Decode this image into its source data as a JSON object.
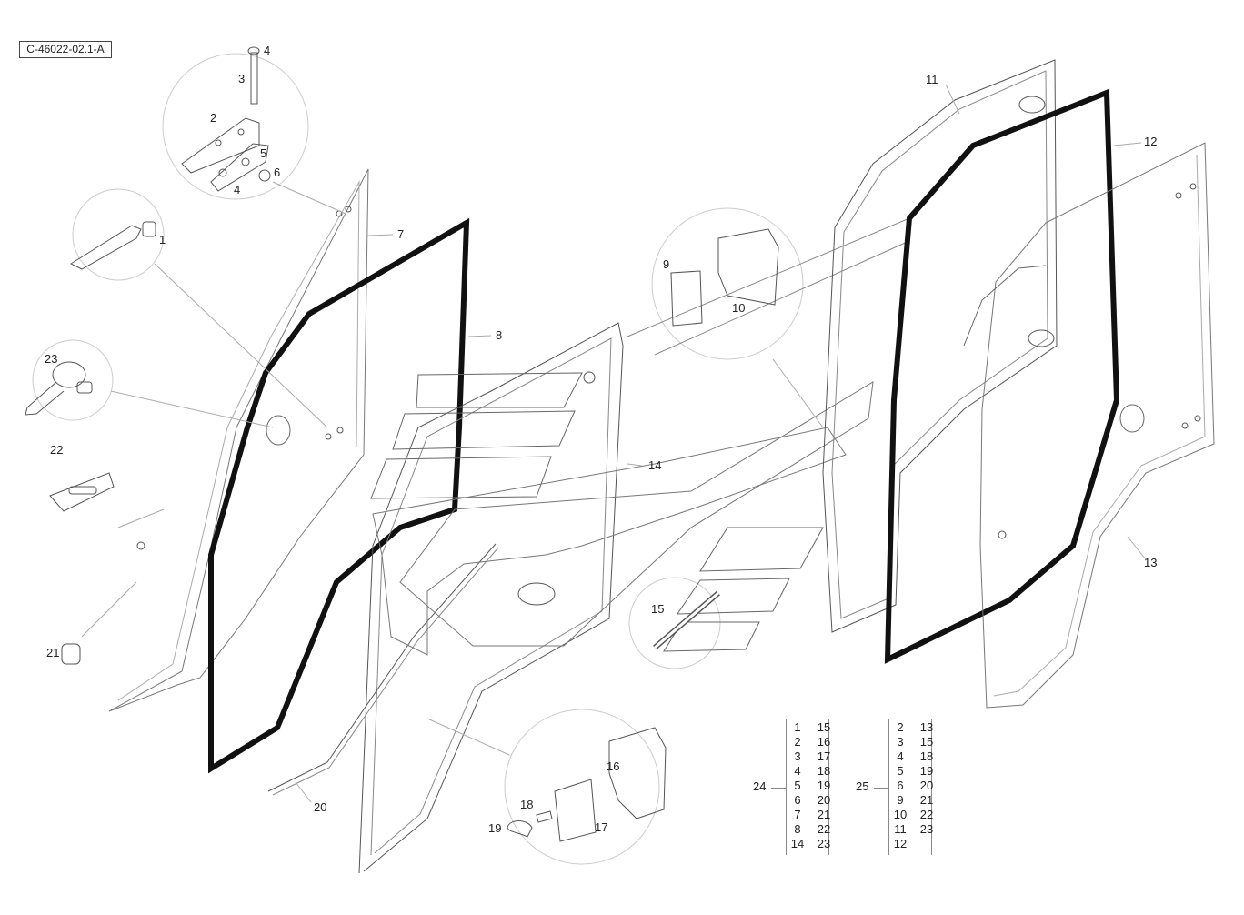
{
  "drawing_id": "C-46022-02.1-A",
  "callouts": {
    "c1": "1",
    "c2": "2",
    "c3": "3",
    "c4a": "4",
    "c4b": "4",
    "c5": "5",
    "c6": "6",
    "c7": "7",
    "c8": "8",
    "c9": "9",
    "c10": "10",
    "c11": "11",
    "c12": "12",
    "c13": "13",
    "c14": "14",
    "c15": "15",
    "c16": "16",
    "c17": "17",
    "c18": "18",
    "c19": "19",
    "c20": "20",
    "c21": "21",
    "c22": "22",
    "c23": "23"
  },
  "kits": [
    {
      "label": "24",
      "rows": [
        [
          "1",
          "15"
        ],
        [
          "2",
          "16"
        ],
        [
          "3",
          "17"
        ],
        [
          "4",
          "18"
        ],
        [
          "5",
          "19"
        ],
        [
          "6",
          "20"
        ],
        [
          "7",
          "21"
        ],
        [
          "8",
          "22"
        ],
        [
          "14",
          "23"
        ]
      ]
    },
    {
      "label": "25",
      "rows": [
        [
          "2",
          "13"
        ],
        [
          "3",
          "15"
        ],
        [
          "4",
          "18"
        ],
        [
          "5",
          "19"
        ],
        [
          "6",
          "20"
        ],
        [
          "9",
          "21"
        ],
        [
          "10",
          "22"
        ],
        [
          "11",
          "23"
        ],
        [
          "12",
          ""
        ]
      ]
    }
  ]
}
